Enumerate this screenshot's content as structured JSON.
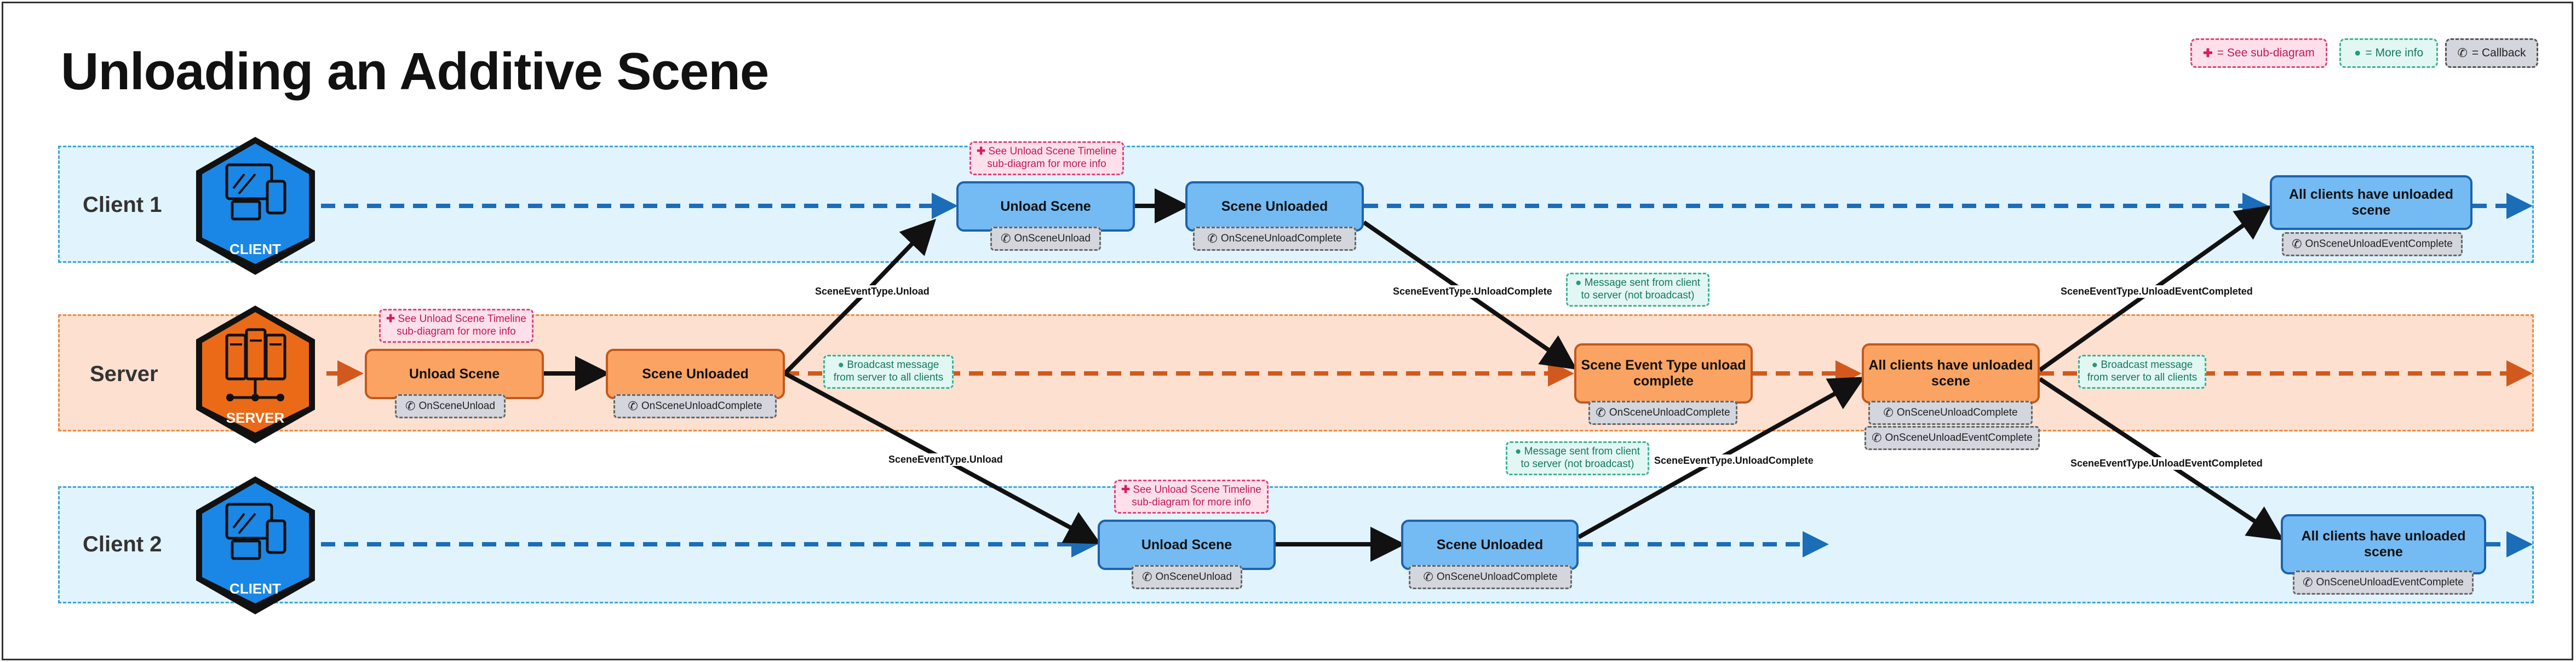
{
  "title": "Unloading an Additive Scene",
  "legend": {
    "sub_diagram": "= See sub-diagram",
    "more_info": "= More info",
    "callback": "= Callback"
  },
  "icons": {
    "plus": "plus-icon",
    "info": "lightbulb-icon",
    "callback": "phone-callback-icon"
  },
  "colors": {
    "client_band": "#e1f3fc",
    "server_band": "#fde0cf",
    "client_node": "#74baf3",
    "server_node": "#fba363",
    "client_hex": "#1a87e6",
    "server_hex": "#ea6a17"
  },
  "lanes": {
    "client1": {
      "label": "Client 1",
      "badge": "CLIENT"
    },
    "server": {
      "label": "Server",
      "badge": "SERVER"
    },
    "client2": {
      "label": "Client 2",
      "badge": "CLIENT"
    }
  },
  "nodes": {
    "c1_unload": {
      "label": "Unload Scene",
      "callback": "OnSceneUnload"
    },
    "c1_unloaded": {
      "label": "Scene Unloaded",
      "callback": "OnSceneUnloadComplete"
    },
    "c1_all": {
      "label": "All clients have unloaded scene",
      "callback": "OnSceneUnloadEventComplete"
    },
    "s_unload": {
      "label": "Unload Scene",
      "callback": "OnSceneUnload"
    },
    "s_unloaded": {
      "label": "Scene Unloaded",
      "callback": "OnSceneUnloadComplete"
    },
    "s_event": {
      "label": "Scene Event Type unload complete",
      "callback": "OnSceneUnloadComplete"
    },
    "s_all": {
      "label": "All clients have unloaded scene",
      "callback1": "OnSceneUnloadComplete",
      "callback2": "OnSceneUnloadEventComplete"
    },
    "c2_unload": {
      "label": "Unload Scene",
      "callback": "OnSceneUnload"
    },
    "c2_unloaded": {
      "label": "Scene Unloaded",
      "callback": "OnSceneUnloadComplete"
    },
    "c2_all": {
      "label": "All clients have unloaded scene",
      "callback": "OnSceneUnloadEventComplete"
    }
  },
  "notes": {
    "sub_c1": {
      "line1": "See Unload Scene Timeline",
      "line2": "sub-diagram for more info"
    },
    "sub_server": {
      "line1": "See Unload Scene Timeline",
      "line2": "sub-diagram for more info"
    },
    "sub_c2": {
      "line1": "See Unload Scene Timeline",
      "line2": "sub-diagram for more info"
    },
    "broadcast1": {
      "line1": "Broadcast message",
      "line2": "from server to all clients"
    },
    "broadcast2": {
      "line1": "Broadcast message",
      "line2": "from server to all clients"
    },
    "msg_c1": {
      "line1": "Message sent from client",
      "line2": "to server (not broadcast)"
    },
    "msg_c2": {
      "line1": "Message sent from client",
      "line2": "to server (not broadcast)"
    }
  },
  "edges": {
    "server_to_c1_unload": "SceneEventType.Unload",
    "server_to_c2_unload": "SceneEventType.Unload",
    "c1_to_server_complete": "SceneEventType.UnloadComplete",
    "c2_to_server_complete": "SceneEventType.UnloadComplete",
    "server_to_c1_event_completed": "SceneEventType.UnloadEventCompleted",
    "server_to_c2_event_completed": "SceneEventType.UnloadEventCompleted"
  }
}
